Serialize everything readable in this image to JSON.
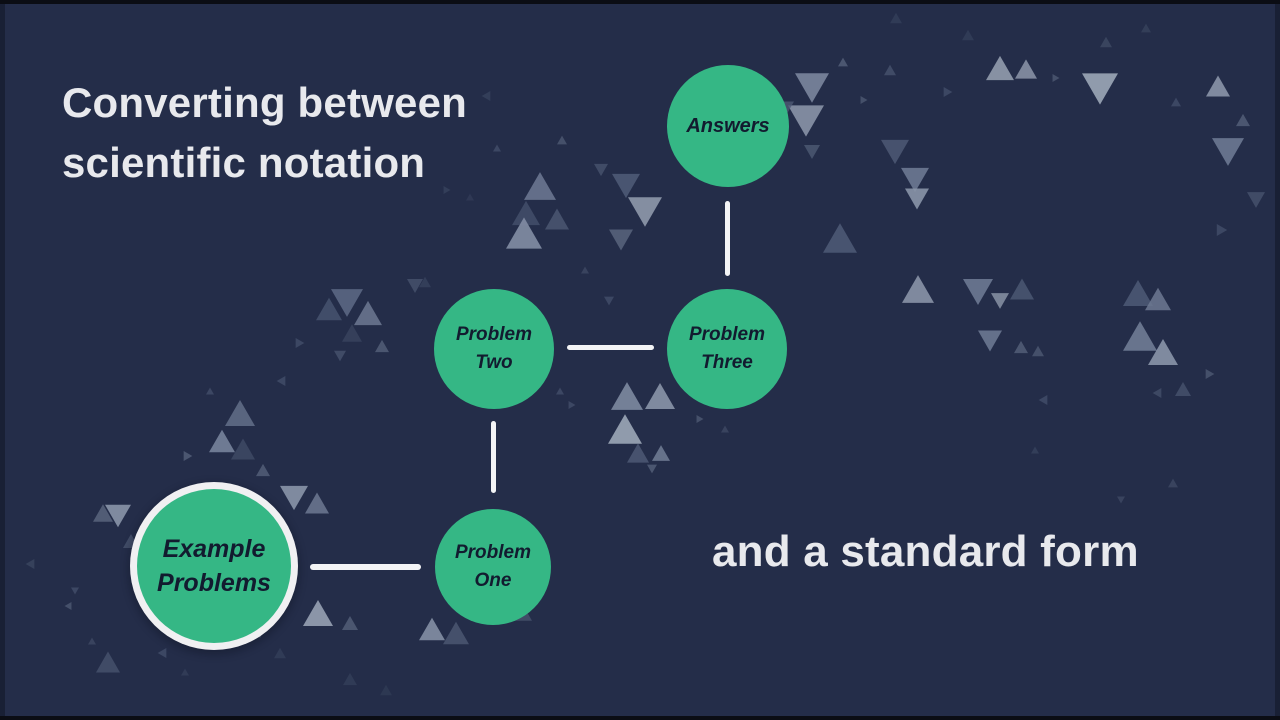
{
  "title": {
    "line1": "Converting between",
    "line2": "scientific notation"
  },
  "subtitle": "and a standard form",
  "diagram": {
    "nodes": {
      "answers": {
        "label": "Answers"
      },
      "problem_two": {
        "line1": "Problem",
        "line2": "Two"
      },
      "problem_three": {
        "line1": "Problem",
        "line2": "Three"
      },
      "problem_one": {
        "line1": "Problem",
        "line2": "One"
      },
      "example_problems": {
        "line1": "Example",
        "line2": "Problems",
        "highlighted": "current"
      }
    }
  },
  "colors": {
    "background": "#242d49",
    "letterbox": "#0b0d14",
    "node_green": "#35b785",
    "node_text": "#121b2f",
    "ring_white": "#f0f0f2",
    "connector": "#f3f4f6",
    "title_text": "#e8e9ed"
  },
  "decor": {
    "triangles": [
      [
        540,
        186,
        16,
        "up",
        "#6a7590",
        0.9
      ],
      [
        526,
        213,
        14,
        "up",
        "#414d68",
        0.9
      ],
      [
        524,
        233,
        18,
        "up",
        "#7e89a0",
        0.95
      ],
      [
        557,
        219,
        12,
        "up",
        "#4d5974",
        0.8
      ],
      [
        626,
        186,
        14,
        "down",
        "#4e5a75",
        0.9
      ],
      [
        645,
        212,
        17,
        "down",
        "#8a94a7",
        0.95
      ],
      [
        621,
        240,
        12,
        "down",
        "#5c6881",
        0.8
      ],
      [
        601,
        170,
        7,
        "down",
        "#4d5974",
        0.7
      ],
      [
        562,
        140,
        5,
        "up",
        "#5c6881",
        0.6
      ],
      [
        497,
        148,
        4,
        "up",
        "#4d5974",
        0.6
      ],
      [
        486,
        96,
        5,
        "left",
        "#3e4a64",
        0.6
      ],
      [
        585,
        270,
        4,
        "up",
        "#4d5974",
        0.5
      ],
      [
        609,
        301,
        5,
        "down",
        "#4d5974",
        0.6
      ],
      [
        812,
        88,
        17,
        "down",
        "#77829a",
        0.95
      ],
      [
        806,
        121,
        18,
        "down",
        "#8a94a7",
        0.9
      ],
      [
        782,
        112,
        12,
        "down",
        "#4d5974",
        0.8
      ],
      [
        812,
        152,
        8,
        "down",
        "#4e5a74",
        0.8
      ],
      [
        843,
        62,
        5,
        "up",
        "#5c6881",
        0.7
      ],
      [
        890,
        70,
        6,
        "up",
        "#4d5974",
        0.7
      ],
      [
        864,
        100,
        4,
        "right",
        "#5c6881",
        0.6
      ],
      [
        895,
        152,
        14,
        "down",
        "#4d5974",
        0.85
      ],
      [
        915,
        180,
        14,
        "down",
        "#6d7992",
        0.9
      ],
      [
        917,
        199,
        12,
        "down",
        "#8a95a9",
        0.9
      ],
      [
        840,
        238,
        17,
        "up",
        "#4d5974",
        0.9
      ],
      [
        674,
        360,
        5,
        "left",
        "#5c6881",
        0.7
      ],
      [
        1000,
        68,
        14,
        "up",
        "#8d97a9",
        0.95
      ],
      [
        1026,
        69,
        11,
        "up",
        "#8d97a9",
        0.85
      ],
      [
        1100,
        89,
        18,
        "down",
        "#97a1b2",
        0.95
      ],
      [
        1218,
        86,
        12,
        "up",
        "#8b95a8",
        0.9
      ],
      [
        1228,
        152,
        16,
        "down",
        "#6d7992",
        0.9
      ],
      [
        1243,
        120,
        7,
        "up",
        "#5c6881",
        0.7
      ],
      [
        1176,
        102,
        5,
        "up",
        "#4d5974",
        0.6
      ],
      [
        948,
        92,
        5,
        "right",
        "#4d5974",
        0.6
      ],
      [
        1056,
        78,
        4,
        "right",
        "#5c6881",
        0.6
      ],
      [
        1106,
        42,
        6,
        "up",
        "#3e4a64",
        0.8
      ],
      [
        1146,
        28,
        5,
        "up",
        "#3a4660",
        0.7
      ],
      [
        1256,
        200,
        9,
        "down",
        "#4d5974",
        0.7
      ],
      [
        1222,
        230,
        6,
        "right",
        "#4d5974",
        0.6
      ],
      [
        968,
        35,
        6,
        "up",
        "#39445f",
        0.6
      ],
      [
        896,
        18,
        6,
        "up",
        "#39445f",
        0.6
      ],
      [
        918,
        289,
        16,
        "up",
        "#8a94a7",
        0.9
      ],
      [
        978,
        292,
        15,
        "down",
        "#6d7992",
        0.9
      ],
      [
        1000,
        301,
        9,
        "down",
        "#8e98ab",
        0.8
      ],
      [
        1022,
        289,
        12,
        "up",
        "#4e5a75",
        0.8
      ],
      [
        990,
        341,
        12,
        "down",
        "#707c95",
        0.85
      ],
      [
        1021,
        347,
        7,
        "up",
        "#5c6881",
        0.7
      ],
      [
        1038,
        351,
        6,
        "up",
        "#5c6881",
        0.6
      ],
      [
        1138,
        293,
        15,
        "up",
        "#4e5a75",
        0.85
      ],
      [
        1158,
        299,
        13,
        "up",
        "#6d7992",
        0.85
      ],
      [
        1140,
        336,
        17,
        "up",
        "#707c95",
        0.9
      ],
      [
        1163,
        352,
        15,
        "up",
        "#8a95a9",
        0.9
      ],
      [
        1183,
        389,
        8,
        "up",
        "#4d5974",
        0.7
      ],
      [
        1210,
        374,
        5,
        "right",
        "#5c6881",
        0.6
      ],
      [
        1157,
        393,
        5,
        "left",
        "#4e5a75",
        0.6
      ],
      [
        1043,
        400,
        5,
        "left",
        "#4d5974",
        0.6
      ],
      [
        1121,
        500,
        4,
        "down",
        "#4d5974",
        0.5
      ],
      [
        1173,
        483,
        5,
        "up",
        "#4d5974",
        0.5
      ],
      [
        1035,
        450,
        4,
        "up",
        "#3e4a64",
        0.6
      ],
      [
        347,
        303,
        16,
        "down",
        "#5b6783",
        0.9
      ],
      [
        329,
        309,
        13,
        "up",
        "#47536e",
        0.85
      ],
      [
        368,
        313,
        14,
        "up",
        "#6d7992",
        0.85
      ],
      [
        352,
        333,
        10,
        "up",
        "#39445f",
        0.8
      ],
      [
        382,
        346,
        7,
        "up",
        "#5c6881",
        0.7
      ],
      [
        340,
        356,
        6,
        "down",
        "#4d5974",
        0.7
      ],
      [
        300,
        343,
        5,
        "right",
        "#4d5974",
        0.6
      ],
      [
        240,
        413,
        15,
        "up",
        "#5f6b85",
        0.9
      ],
      [
        222,
        441,
        13,
        "up",
        "#77839b",
        0.9
      ],
      [
        243,
        449,
        12,
        "up",
        "#3e4a64",
        0.85
      ],
      [
        263,
        470,
        7,
        "up",
        "#5c6881",
        0.7
      ],
      [
        188,
        456,
        5,
        "right",
        "#5c6881",
        0.7
      ],
      [
        210,
        391,
        4,
        "up",
        "#4d5974",
        0.6
      ],
      [
        281,
        381,
        5,
        "left",
        "#4d5974",
        0.6
      ],
      [
        415,
        286,
        8,
        "down",
        "#4d5974",
        0.7
      ],
      [
        447,
        190,
        4,
        "right",
        "#3e4a64",
        0.6
      ],
      [
        470,
        197,
        4,
        "up",
        "#39445f",
        0.5
      ],
      [
        425,
        282,
        6,
        "up",
        "#3e4a64",
        0.6
      ],
      [
        627,
        396,
        16,
        "up",
        "#79859c",
        0.95
      ],
      [
        660,
        396,
        15,
        "up",
        "#8a95a9",
        0.9
      ],
      [
        625,
        429,
        17,
        "up",
        "#97a1b2",
        0.95
      ],
      [
        638,
        453,
        11,
        "up",
        "#4d5974",
        0.85
      ],
      [
        661,
        453,
        9,
        "up",
        "#77839b",
        0.8
      ],
      [
        652,
        469,
        5,
        "down",
        "#5c6881",
        0.7
      ],
      [
        560,
        391,
        4,
        "up",
        "#4d5974",
        0.6
      ],
      [
        572,
        405,
        4,
        "right",
        "#4d5974",
        0.6
      ],
      [
        700,
        419,
        4,
        "right",
        "#5c6881",
        0.6
      ],
      [
        725,
        429,
        4,
        "up",
        "#4d5974",
        0.5
      ],
      [
        118,
        516,
        13,
        "down",
        "#8a95a9",
        0.9
      ],
      [
        103,
        513,
        10,
        "up",
        "#5c6881",
        0.8
      ],
      [
        131,
        541,
        8,
        "up",
        "#4e5a75",
        0.7
      ],
      [
        294,
        498,
        14,
        "down",
        "#8a95a9",
        0.9
      ],
      [
        317,
        503,
        12,
        "up",
        "#6d7992",
        0.85
      ],
      [
        240,
        619,
        21,
        "up",
        "#6a7590",
        0.9
      ],
      [
        318,
        613,
        15,
        "up",
        "#97a1b2",
        0.9
      ],
      [
        350,
        623,
        8,
        "up",
        "#5c6881",
        0.7
      ],
      [
        432,
        629,
        13,
        "up",
        "#8a95a9",
        0.85
      ],
      [
        456,
        633,
        13,
        "up",
        "#4d5974",
        0.8
      ],
      [
        522,
        612,
        10,
        "up",
        "#4d5974",
        0.7
      ],
      [
        108,
        662,
        12,
        "up",
        "#4d5974",
        0.7
      ],
      [
        75,
        591,
        4,
        "down",
        "#4d5974",
        0.6
      ],
      [
        68,
        606,
        4,
        "left",
        "#5c6881",
        0.6
      ],
      [
        30,
        564,
        5,
        "left",
        "#3e4a64",
        0.7
      ],
      [
        92,
        641,
        4,
        "up",
        "#4d5974",
        0.5
      ],
      [
        162,
        653,
        5,
        "left",
        "#4d5974",
        0.6
      ],
      [
        185,
        672,
        4,
        "up",
        "#3e4a64",
        0.5
      ],
      [
        280,
        653,
        6,
        "up",
        "#39445f",
        0.6
      ],
      [
        350,
        679,
        7,
        "up",
        "#39445f",
        0.6
      ],
      [
        386,
        690,
        6,
        "up",
        "#343f59",
        0.6
      ]
    ]
  }
}
